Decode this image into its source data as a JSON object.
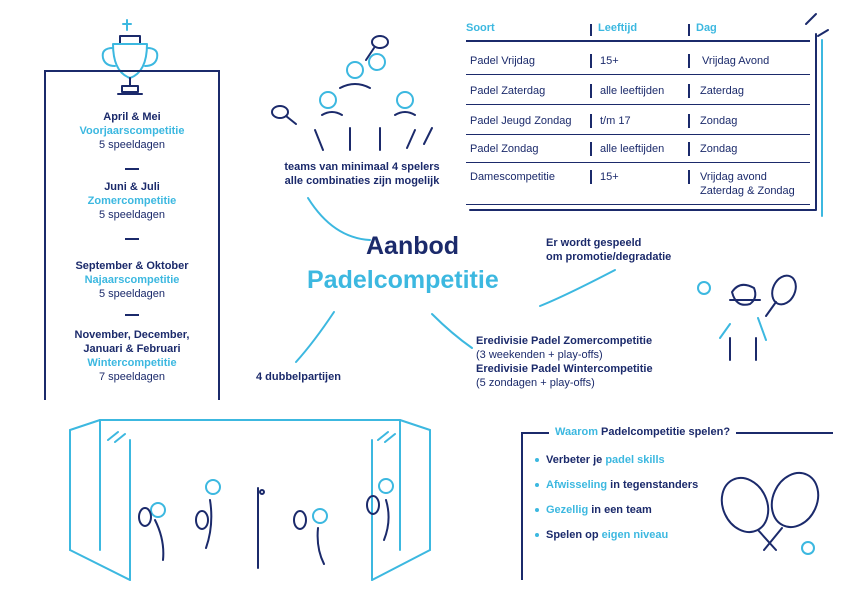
{
  "seasons": [
    {
      "months": "April & Mei",
      "name": "Voorjaarscompetitie",
      "days": "5 speeldagen"
    },
    {
      "months": "Juni & Juli",
      "name": "Zomercompetitie",
      "days": "5 speeldagen"
    },
    {
      "months": "September & Oktober",
      "name": "Najaarscompetitie",
      "days": "5 speeldagen"
    },
    {
      "months_line1": "November, December,",
      "months_line2": "Januari & Februari",
      "name": "Wintercompetitie",
      "days": "7 speeldagen"
    }
  ],
  "table": {
    "headers": [
      "Soort",
      "Leeftijd",
      "Dag"
    ],
    "rows": [
      [
        "Padel Vrijdag",
        "15+",
        "Vrijdag Avond"
      ],
      [
        "Padel Zaterdag",
        "alle leeftijden",
        "Zaterdag"
      ],
      [
        "Padel Jeugd Zondag",
        "t/m 17",
        "Zondag"
      ],
      [
        "Padel Zondag",
        "alle leeftijden",
        "Zondag"
      ],
      [
        "Damescompetitie",
        "15+",
        "Vrijdag avond",
        "Zaterdag & Zondag"
      ]
    ]
  },
  "teams": {
    "line1": "teams van minimaal 4 spelers",
    "line2": "alle combinaties zijn mogelijk"
  },
  "title": {
    "line1": "Aanbod",
    "line2": "Padelcompetitie"
  },
  "promo": {
    "line1": "Er wordt gespeeld",
    "line2": "om promotie/degradatie"
  },
  "dubbel": "4 dubbelpartijen",
  "eredivisie": {
    "zomer": "Eredivisie Padel Zomercompetitie",
    "zomer_detail": "(3 weekenden + play-offs)",
    "winter": "Eredivisie Padel Wintercompetitie",
    "winter_detail": "(5 zondagen + play-offs)"
  },
  "waarom": {
    "title_highlight": "Waarom",
    "title_rest": " Padelcompetitie spelen?",
    "bullets": [
      {
        "pre": "Verbeter je ",
        "hl": "padel skills",
        "post": ""
      },
      {
        "pre": "",
        "hl": "Afwisseling",
        "post": " in tegenstanders"
      },
      {
        "pre": "",
        "hl": "Gezellig",
        "post": " in een team"
      },
      {
        "pre": "Spelen op ",
        "hl": "eigen niveau",
        "post": ""
      }
    ]
  },
  "colors": {
    "navy": "#1b2a6b",
    "cyan": "#3cb8e0"
  },
  "icons": [
    "trophy-icon",
    "team-players-icon",
    "tennis-player-icon",
    "padel-court-icon",
    "crossed-rackets-icon"
  ]
}
